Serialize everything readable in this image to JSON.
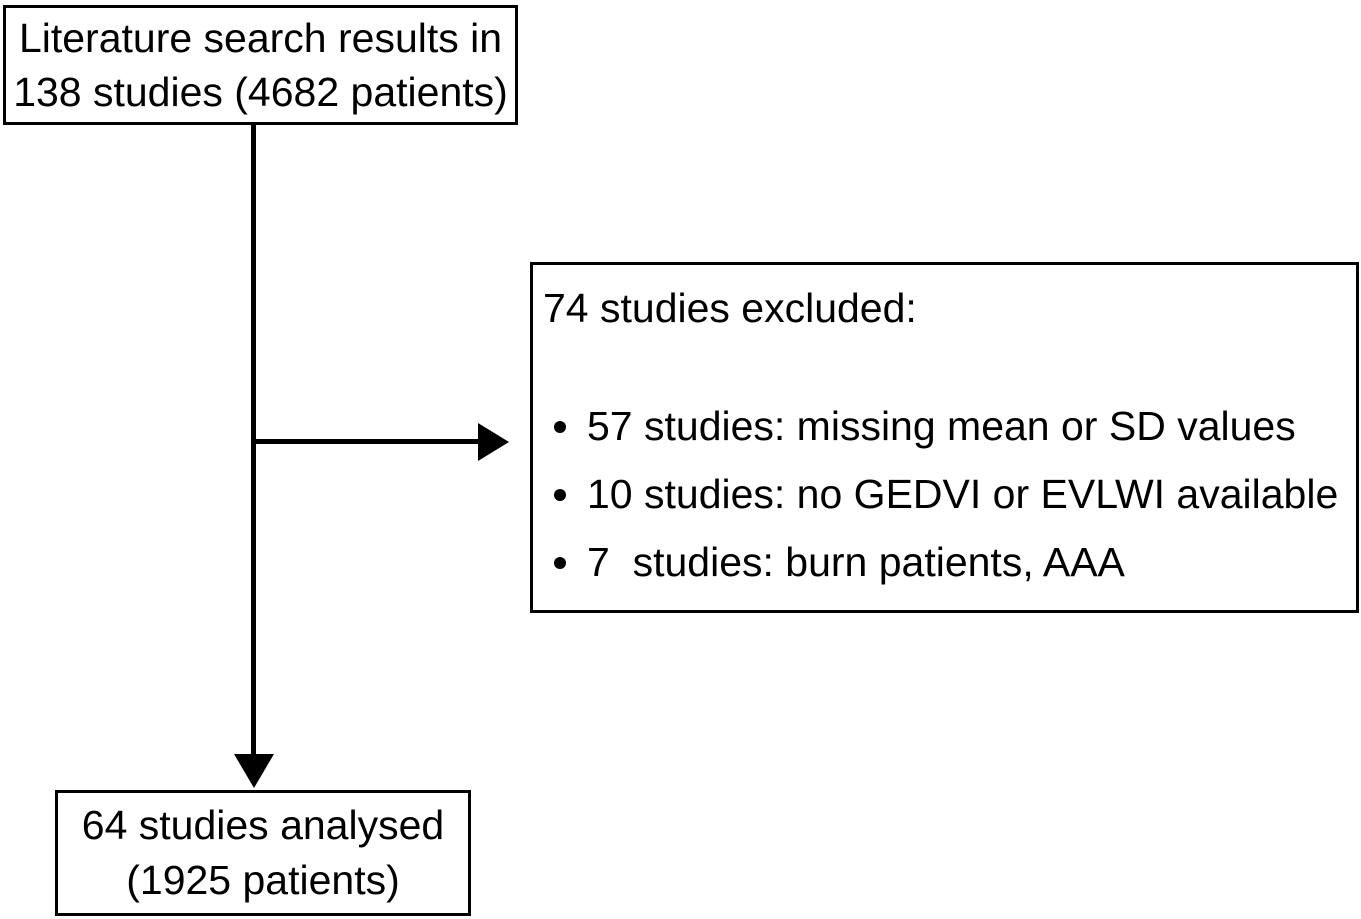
{
  "diagram": {
    "type": "flowchart",
    "colors": {
      "background": "#ffffff",
      "line": "#000000",
      "text": "#000000"
    },
    "search_box": {
      "lines": [
        "Literature search results in",
        "138 studies (4682 patients)"
      ]
    },
    "excluded_box": {
      "header": "74 studies excluded:",
      "items": [
        "57 studies: missing mean or SD values",
        "10 studies: no GEDVI or EVLWI available",
        "7  studies: burn patients, AAA"
      ]
    },
    "analysed_box": {
      "lines": [
        "64 studies analysed",
        "(1925 patients)"
      ]
    }
  }
}
